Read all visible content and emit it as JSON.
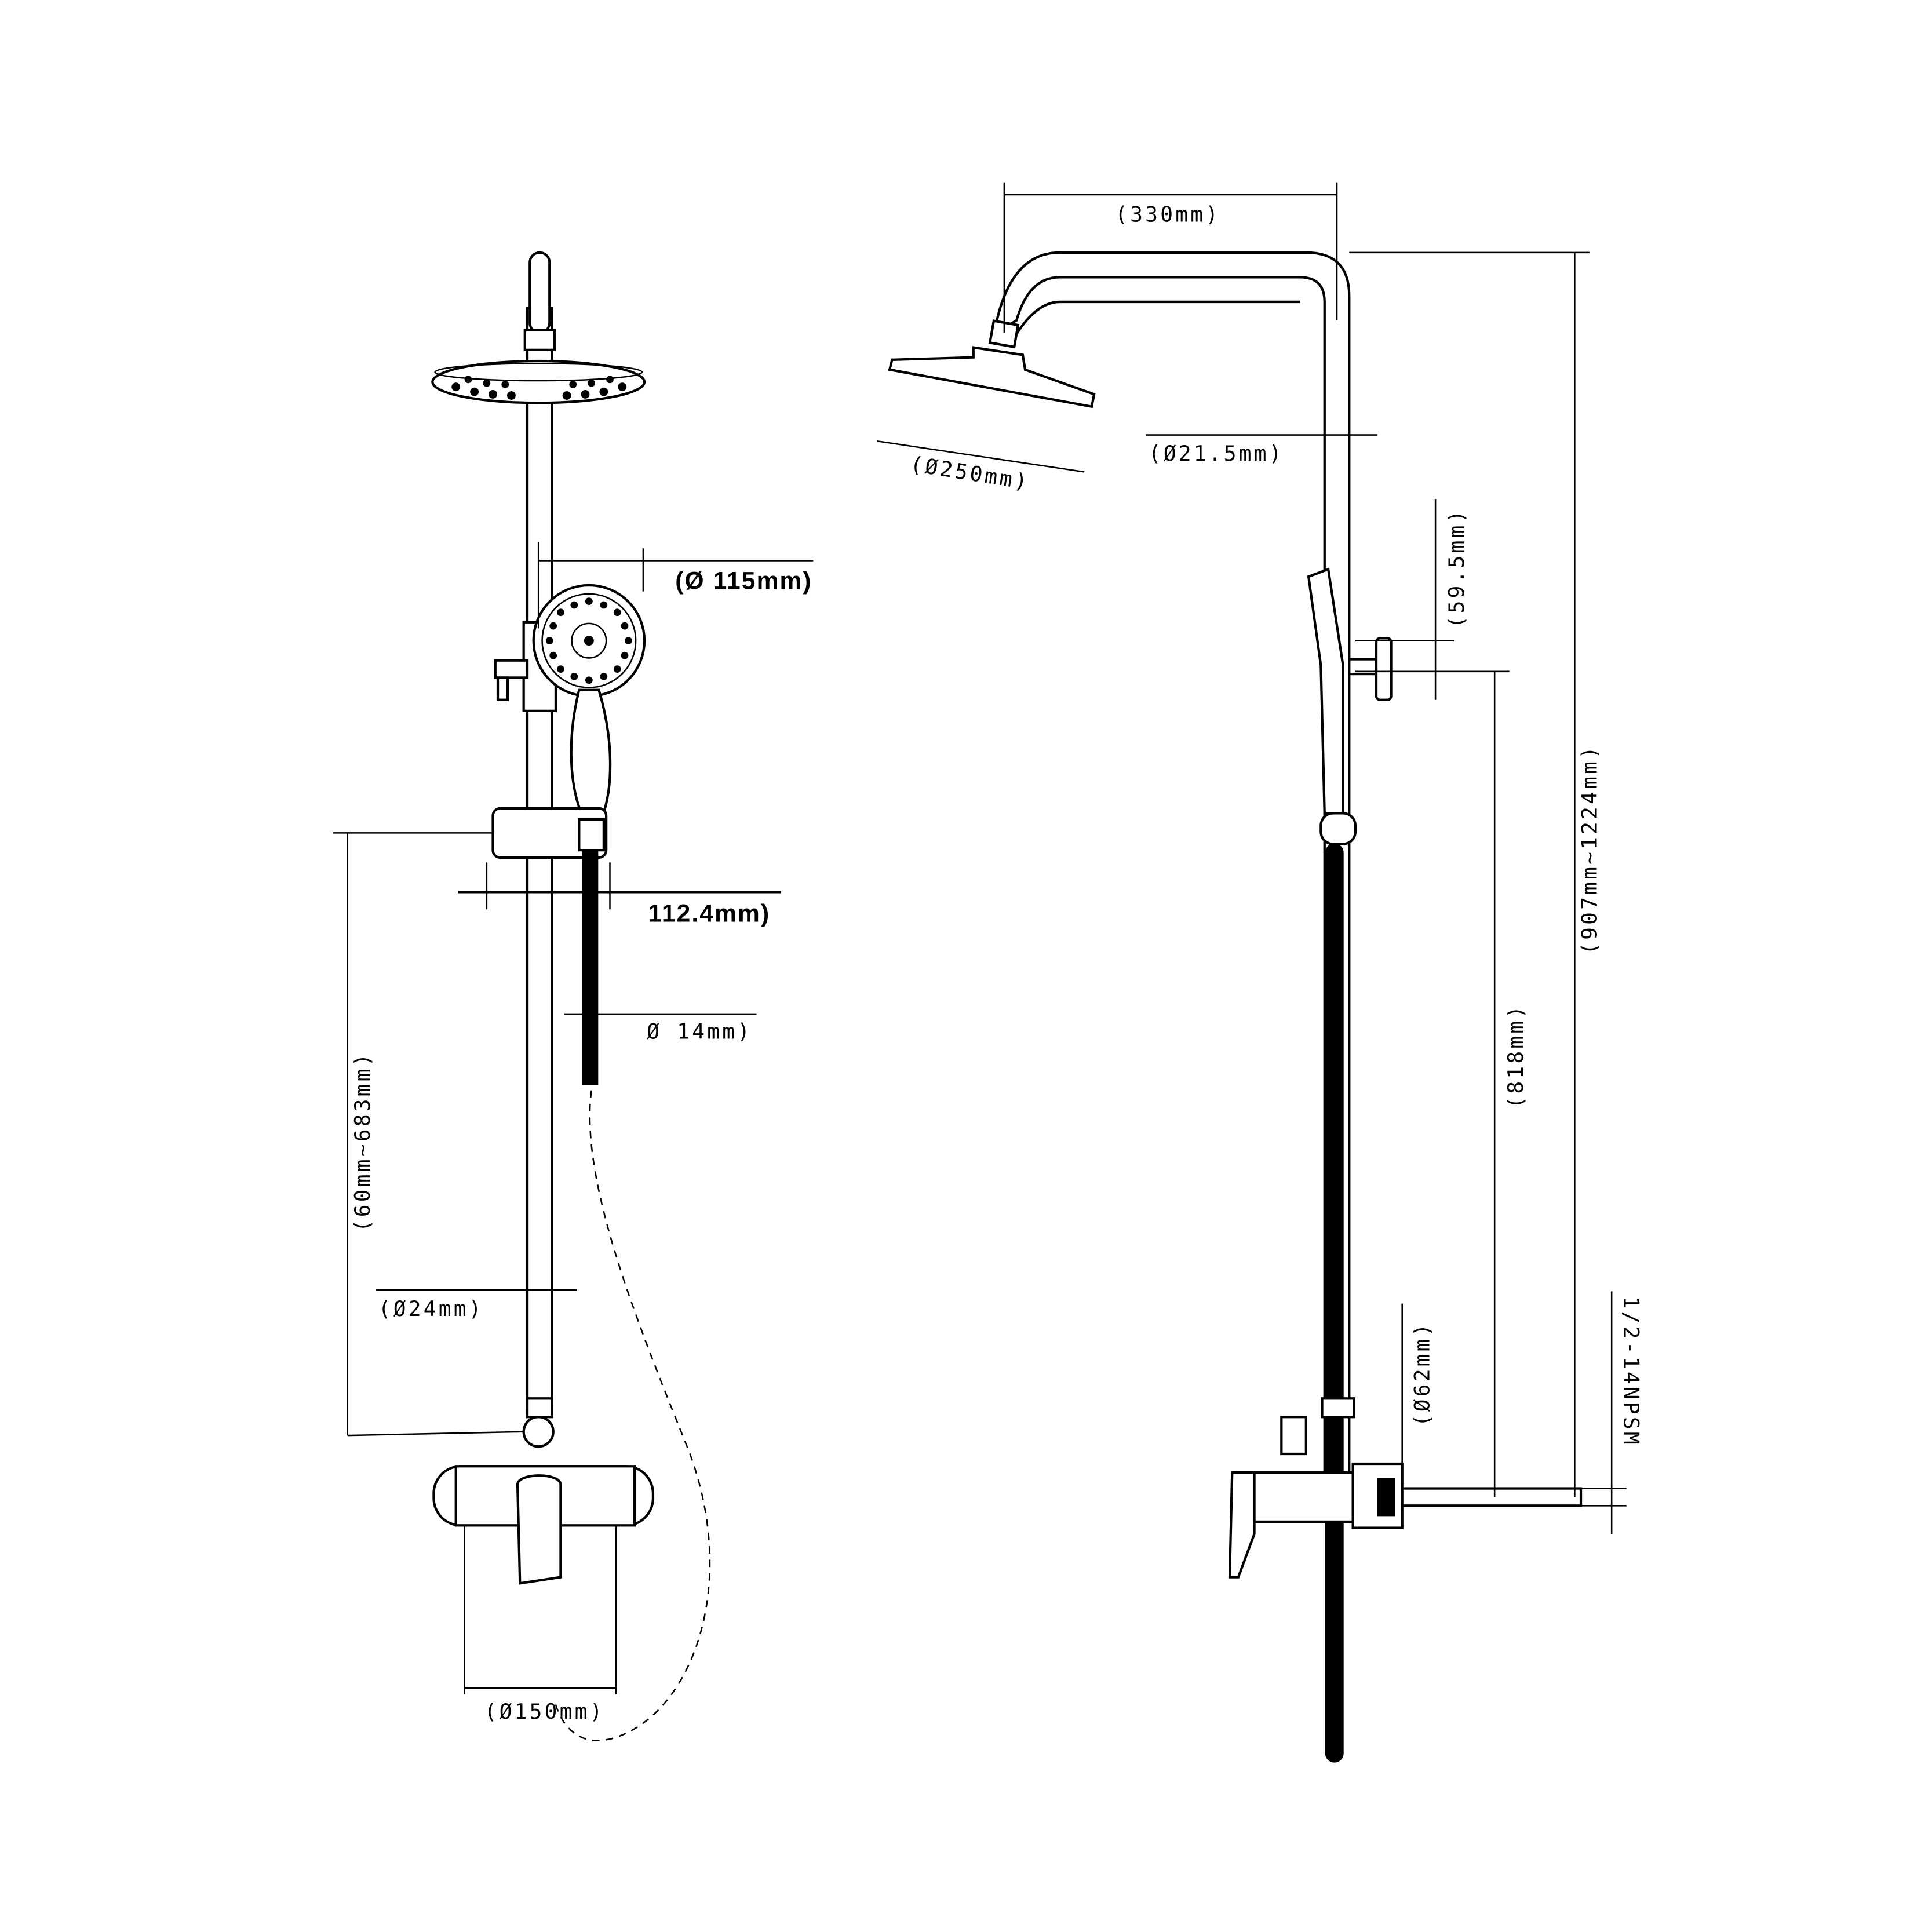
{
  "drawing": {
    "front_view": {
      "handshower_diameter": "(Ø 115mm)",
      "slider_offset": "112.4mm)",
      "hose_diameter": "Ø 14mm)",
      "slide_range": "(60mm~683mm)",
      "pipe_diameter": "(Ø24mm)",
      "mixer_centers": "(Ø150mm)"
    },
    "side_view": {
      "arm_length": "(330mm)",
      "arm_pipe_diameter": "(Ø21.5mm)",
      "rain_head_diameter": "(Ø250mm)",
      "holder_height": "(59.5mm)",
      "total_height": "(907mm~1224mm)",
      "holder_to_inlet": "(818mm)",
      "flange_diameter": "(Ø62mm)",
      "thread": "1/2-14NPSM"
    }
  }
}
